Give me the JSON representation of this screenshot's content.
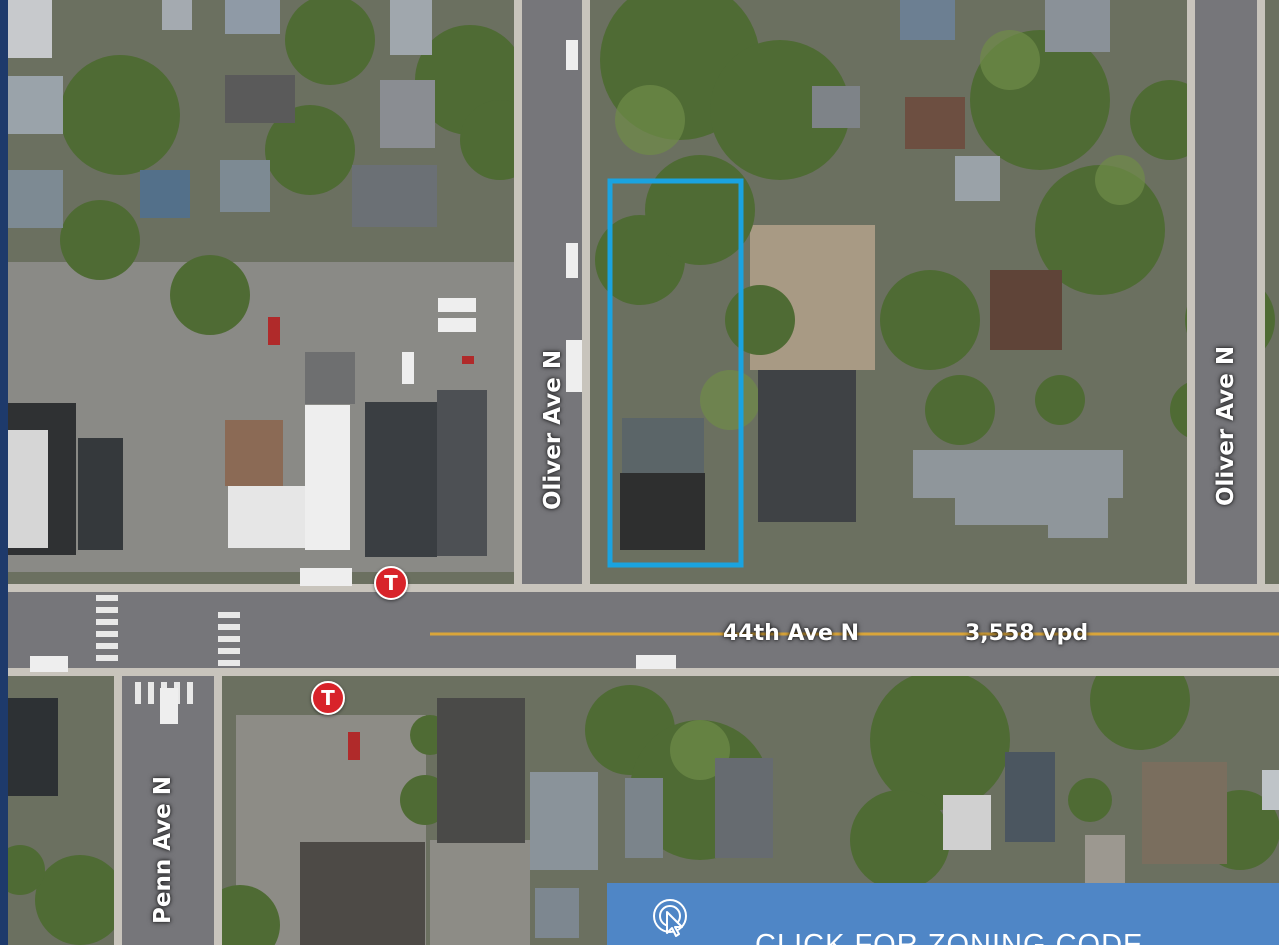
{
  "map": {
    "streets": {
      "oliver_ave_west": "Oliver Ave N",
      "oliver_ave_east": "Oliver Ave N",
      "penn_ave": "Penn Ave N",
      "forty_fourth": "44th Ave N"
    },
    "traffic_count": "3,558 vpd",
    "transit_stops": [
      {
        "symbol": "T",
        "icon": "metro-transit-t-icon"
      },
      {
        "symbol": "T",
        "icon": "metro-transit-t-icon"
      }
    ],
    "highlight_color": "#1aa3e0",
    "transit_color": "#d8232a"
  },
  "cta": {
    "label": "CLICK FOR ZONING CODE",
    "icon": "cursor-click-icon",
    "color": "#4f86c6"
  }
}
